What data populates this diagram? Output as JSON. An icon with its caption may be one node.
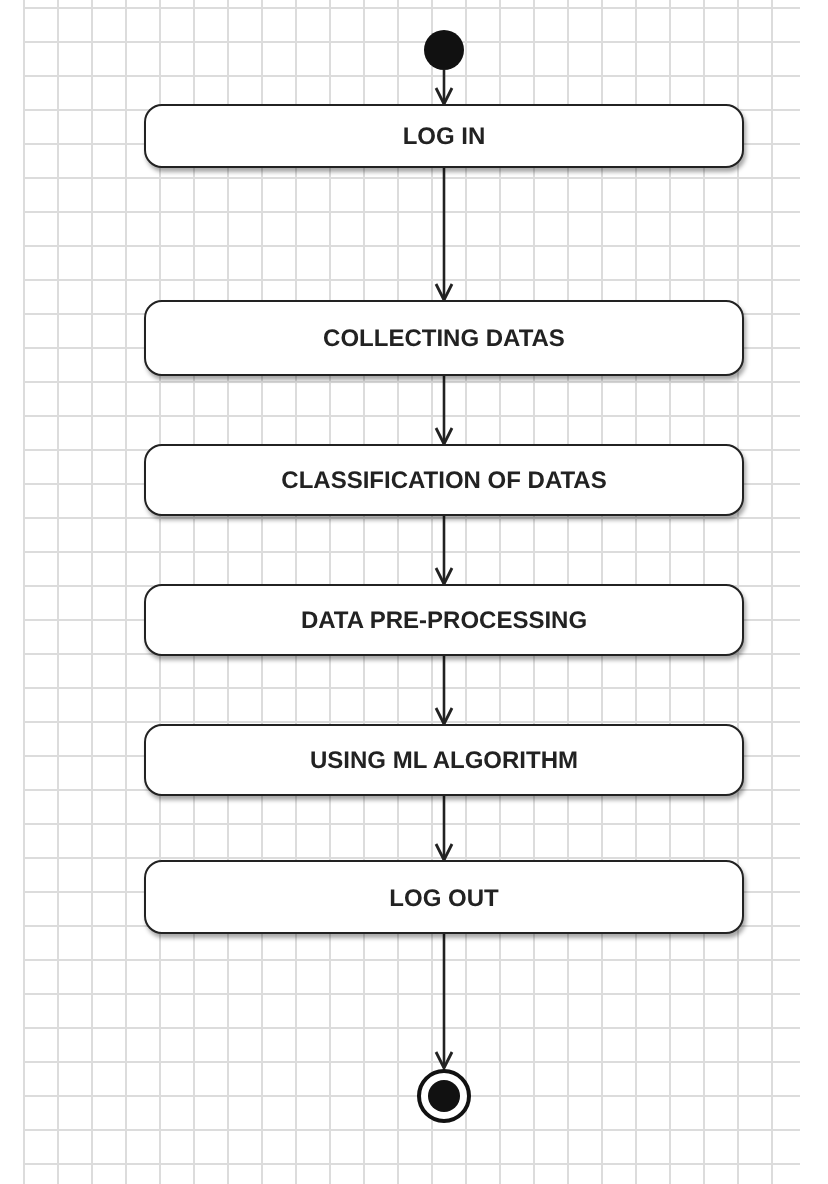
{
  "diagram": {
    "nodes": [
      {
        "text": [],
        "shape": "circle"
      },
      {
        "text": [
          "LOG IN"
        ]
      },
      {
        "text": [
          "COLLECTING DATAS"
        ]
      },
      {
        "text": [
          "CLASSIFICATION OF DATAS"
        ]
      },
      {
        "text": [
          "DATA PRE-PROCESSING"
        ]
      },
      {
        "text": [
          "USING ML ALGORITHM"
        ]
      },
      {
        "text": [
          "LOG OUT"
        ]
      },
      {
        "text": [],
        "shape": "circle"
      }
    ],
    "edges": [
      {
        "from": 0,
        "to": 1,
        "arrow": "to"
      },
      {
        "from": 1,
        "to": 2,
        "arrow": "to"
      },
      {
        "from": 2,
        "to": 3,
        "arrow": "to"
      },
      {
        "from": 3,
        "to": 4,
        "arrow": "to"
      },
      {
        "from": 4,
        "to": 5,
        "arrow": "to"
      },
      {
        "from": 5,
        "to": 6,
        "arrow": "to"
      },
      {
        "from": 6,
        "to": 7,
        "arrow": "to"
      }
    ]
  }
}
